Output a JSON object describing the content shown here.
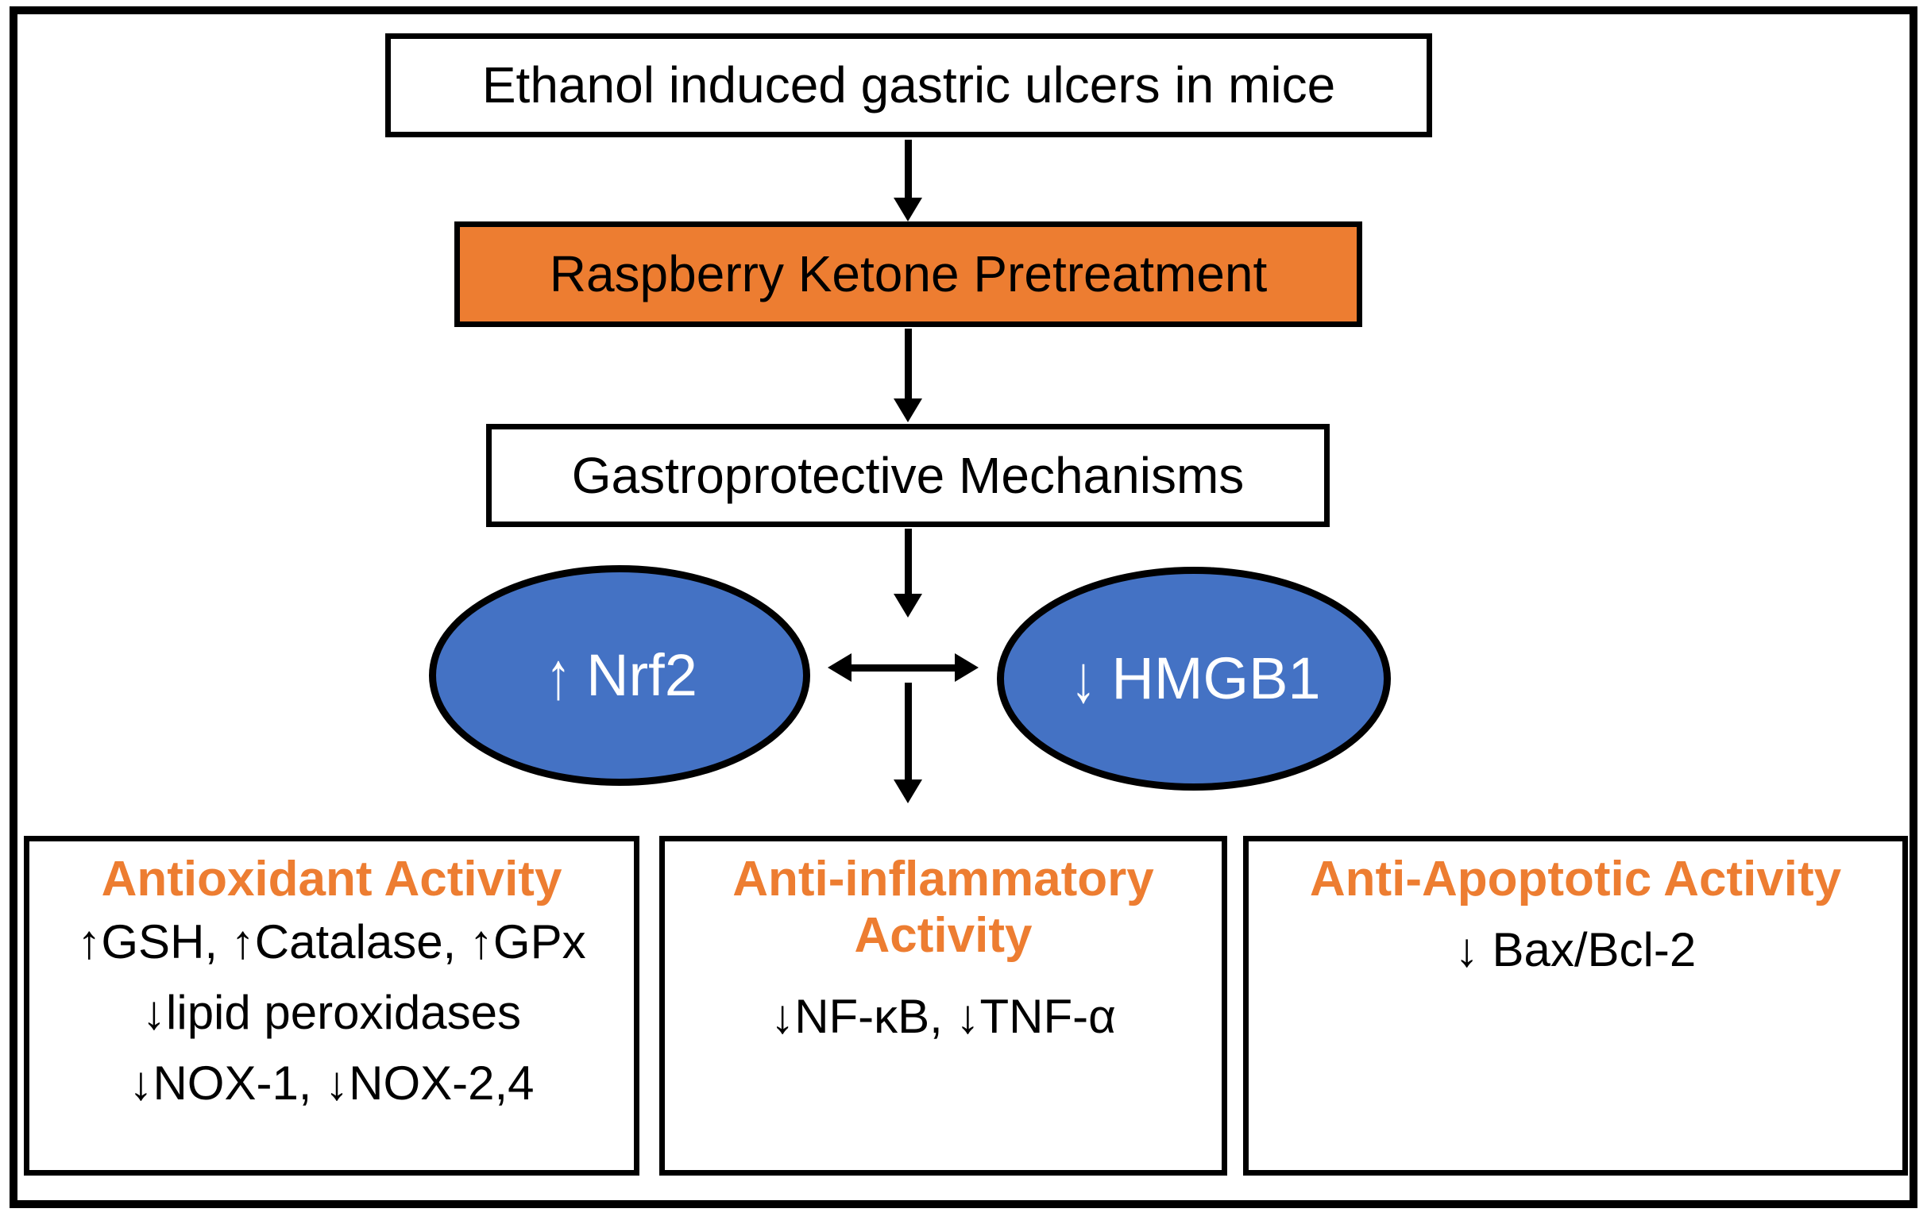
{
  "diagram": {
    "top_box": {
      "label": "Ethanol induced gastric ulcers in mice"
    },
    "treatment_box": {
      "label": "Raspberry Ketone Pretreatment"
    },
    "mechanism_box": {
      "label": "Gastroprotective Mechanisms"
    },
    "left_ellipse": {
      "arrow": "↑",
      "label": "Nrf2"
    },
    "right_ellipse": {
      "arrow": "↓",
      "label": "HMGB1"
    },
    "outcome_boxes": [
      {
        "title": "Antioxidant Activity",
        "lines": [
          "↑GSH, ↑Catalase, ↑GPx",
          "↓lipid peroxidases",
          "↓NOX-1, ↓NOX-2,4"
        ]
      },
      {
        "title": "Anti-inflammatory Activity",
        "lines": [
          "↓NF-κB,   ↓TNF-α"
        ]
      },
      {
        "title": "Anti-Apoptotic Activity",
        "lines": [
          "↓ Bax/Bcl-2"
        ]
      }
    ],
    "colors": {
      "accent_orange": "#ED7D31",
      "accent_blue": "#4472C4",
      "outline": "#000000"
    }
  }
}
